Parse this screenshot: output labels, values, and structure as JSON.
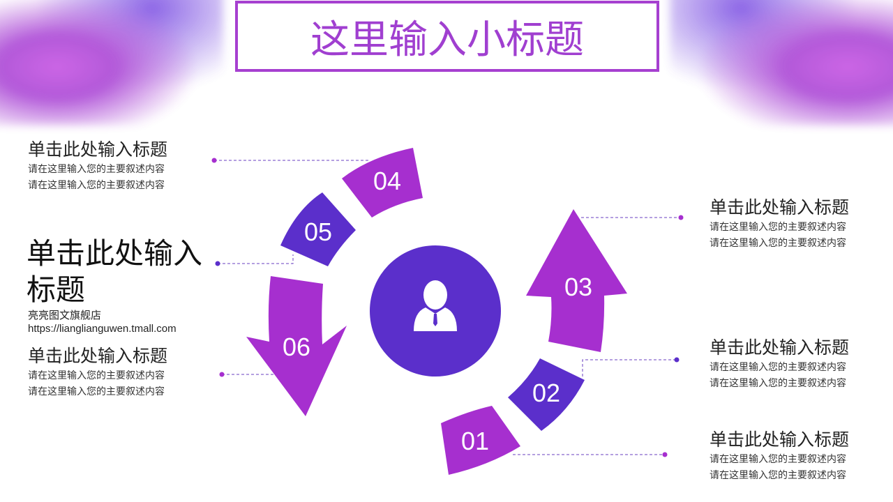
{
  "header": {
    "title": "这里输入小标题"
  },
  "center": {
    "icon": "person-icon"
  },
  "steps": [
    {
      "num": "01",
      "color": "#a62fcf"
    },
    {
      "num": "02",
      "color": "#5b2fcb"
    },
    {
      "num": "03",
      "color": "#a62fcf"
    },
    {
      "num": "04",
      "color": "#a62fcf"
    },
    {
      "num": "05",
      "color": "#5b2fcb"
    },
    {
      "num": "06",
      "color": "#a62fcf"
    }
  ],
  "items": [
    {
      "title": "单击此处输入标题",
      "line1": "请在这里输入您的主要叙述内容",
      "line2": "请在这里输入您的主要叙述内容"
    },
    {
      "title": "单击此处输入标题",
      "line1": "请在这里输入您的主要叙述内容",
      "line2": "请在这里输入您的主要叙述内容"
    },
    {
      "title": "单击此处输入标题",
      "line1": "请在这里输入您的主要叙述内容",
      "line2": "请在这里输入您的主要叙述内容"
    },
    {
      "title": "单击此处输入标题",
      "line1": "请在这里输入您的主要叙述内容",
      "line2": "请在这里输入您的主要叙述内容"
    },
    {
      "title": "单击此处输入标题",
      "line1": "请在这里输入您的主要叙述内容",
      "line2": "请在这里输入您的主要叙述内容"
    }
  ],
  "feature": {
    "title_line1": "单击此处输入",
    "title_line2": "标题",
    "shop": "亮亮图文旗舰店",
    "url": "https://lianglianguwen.tmall.com"
  },
  "colors": {
    "magenta": "#a62fcf",
    "indigo": "#5b2fcb",
    "accent": "#a640d0"
  }
}
